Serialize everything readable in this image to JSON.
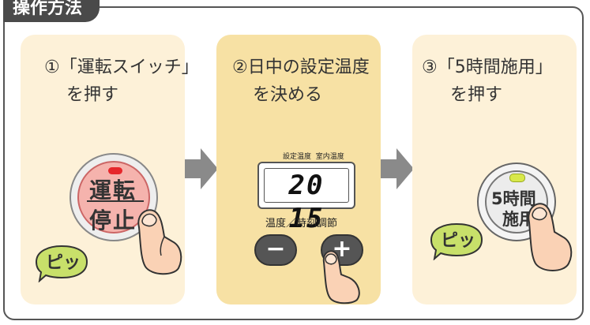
{
  "header": {
    "title": "操作方法"
  },
  "steps": [
    {
      "title": "①「運転スイッチ」",
      "subtitle": "を押す"
    },
    {
      "title": "②日中の設定温度",
      "subtitle": "を決める"
    },
    {
      "title": "③「5時間施用」",
      "subtitle": "を押す"
    }
  ],
  "run_button": {
    "line1": "運転",
    "line2": "停止"
  },
  "beep": "ピッ",
  "display": {
    "label_set": "設定温度",
    "label_room": "室内温度",
    "value": "20 15",
    "adjust_label": "温度／時刻調節",
    "minus": "−",
    "plus": "+"
  },
  "five_hour_button": {
    "line1": "5時間",
    "line2": "施用"
  },
  "colors": {
    "card": "#fdf1d8",
    "card_highlight": "#f7e1a4",
    "arrow": "#8a8a8a",
    "beep_bubble": "#c8e06a",
    "run_red": "#f5b3ad"
  }
}
